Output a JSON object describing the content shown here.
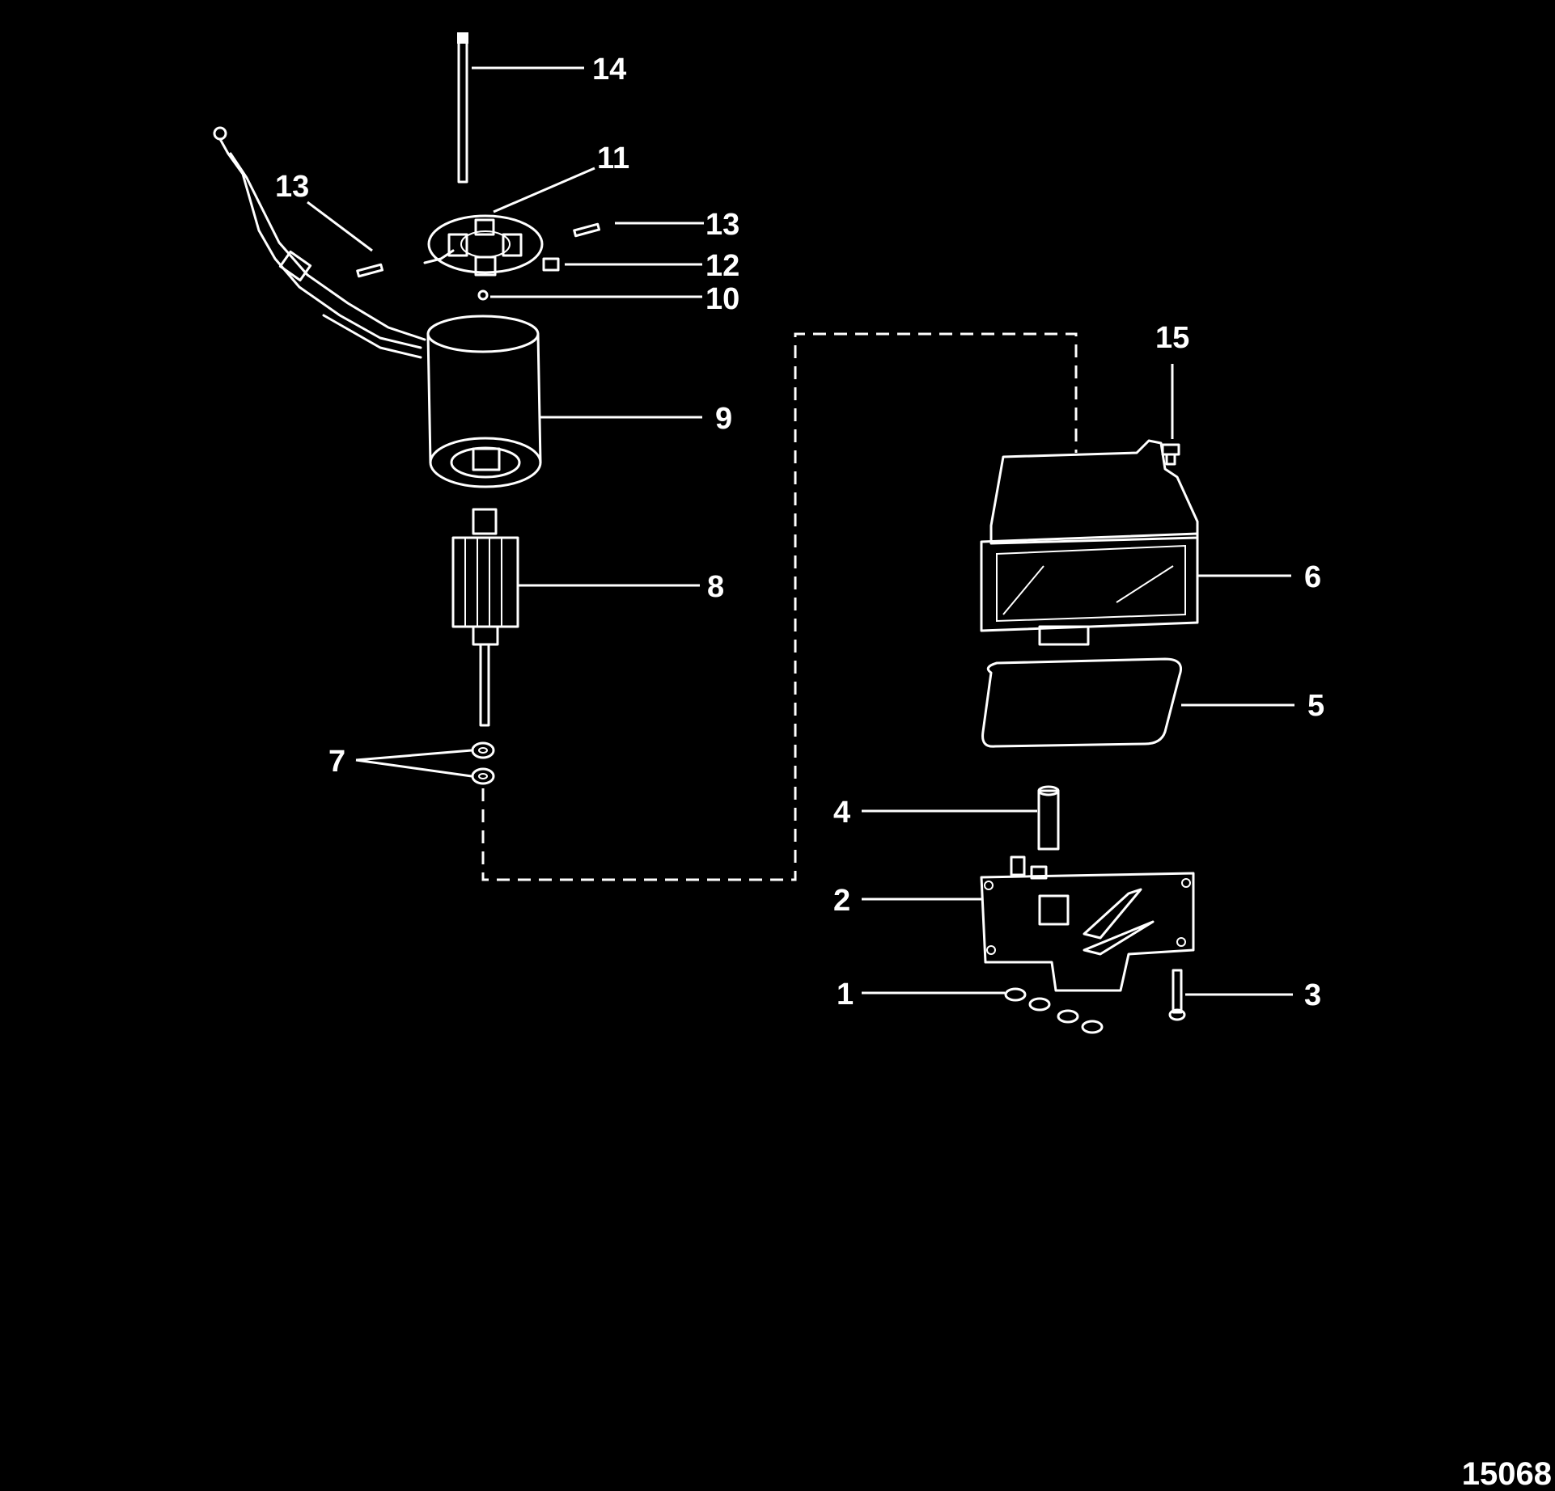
{
  "callouts": {
    "c1": "1",
    "c2": "2",
    "c3": "3",
    "c4": "4",
    "c5": "5",
    "c6": "6",
    "c7": "7",
    "c8": "8",
    "c9": "9",
    "c10": "10",
    "c11": "11",
    "c12": "12",
    "c13a": "13",
    "c13b": "13",
    "c14": "14",
    "c15": "15"
  },
  "figure_number": "15068",
  "colors": {
    "background": "#000000",
    "line": "#ffffff"
  }
}
